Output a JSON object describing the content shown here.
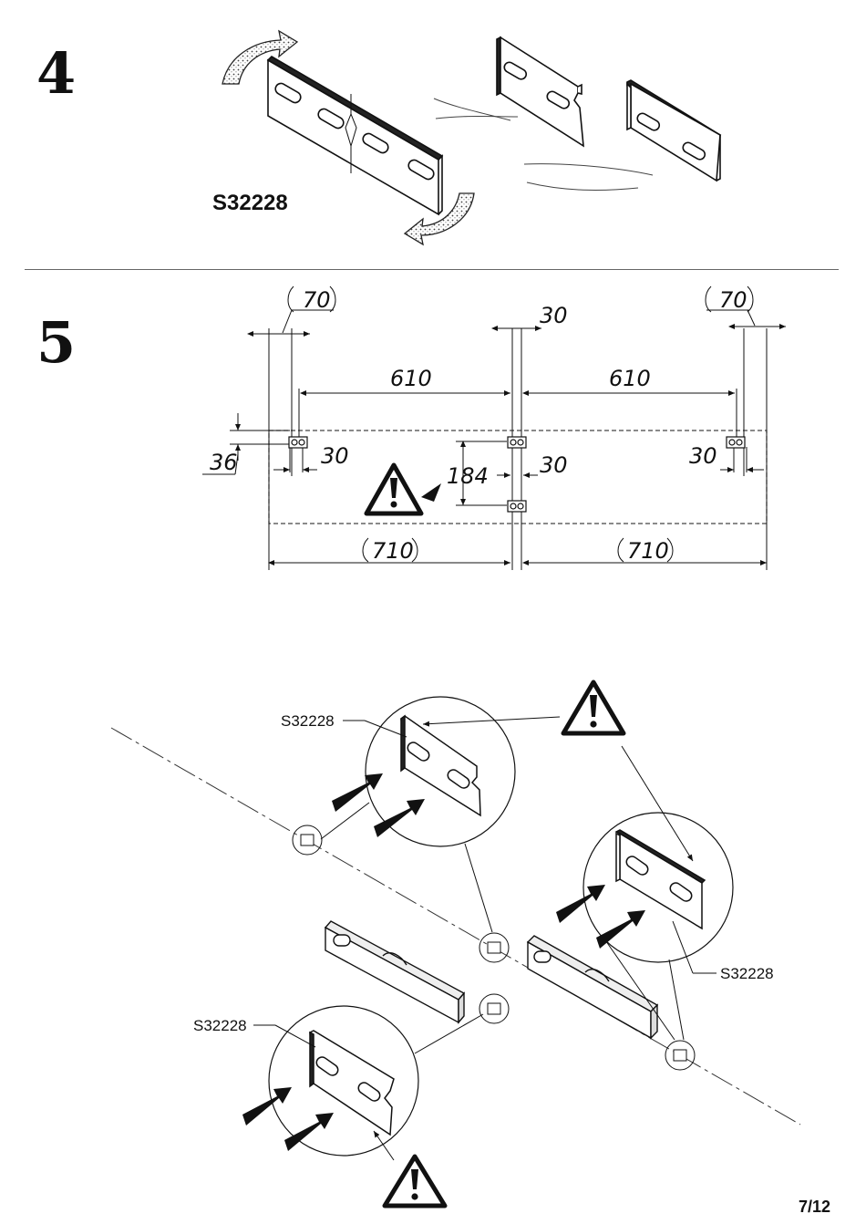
{
  "steps": {
    "step4": {
      "number": "4",
      "part_code": "S32228"
    },
    "step5": {
      "number": "5",
      "dimensions": {
        "left_offset": "70",
        "right_offset": "70",
        "center_gap": "30",
        "spacing_left": "610",
        "spacing_right": "610",
        "top_offset": "36",
        "bracket_left": "30",
        "bracket_center": "30",
        "bracket_right": "30",
        "vertical_gap": "184",
        "half_left": "710",
        "half_right": "710"
      },
      "callouts": {
        "top_left": "S32228",
        "right": "S32228",
        "bottom_left": "S32228"
      }
    }
  },
  "footer": {
    "page": "7/12"
  },
  "icons": [
    "warning-icon",
    "rotate-arrow-icon",
    "push-arrow-icon",
    "level-tool-icon",
    "wall-bracket-icon"
  ]
}
